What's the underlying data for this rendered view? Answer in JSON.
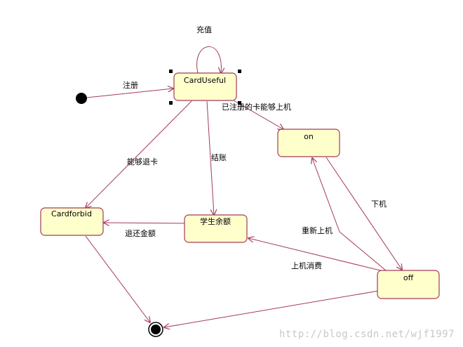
{
  "states": {
    "cardUseful": "CardUseful",
    "on": "on",
    "off": "off",
    "cardforbid": "Cardforbid",
    "balance": "学生余额"
  },
  "transitions": {
    "register": "注册",
    "recharge": "充值",
    "canLogin": "已注册的卡能够上机",
    "canRefund": "能够退卡",
    "checkout": "结账",
    "logout": "下机",
    "relogin": "重新上机",
    "consume": "上机消费",
    "refundAmount": "退还金额"
  },
  "watermark": "http://blog.csdn.net/wjf1997",
  "colors": {
    "stateFill": "#ffffcc",
    "stroke": "#a23b56"
  }
}
